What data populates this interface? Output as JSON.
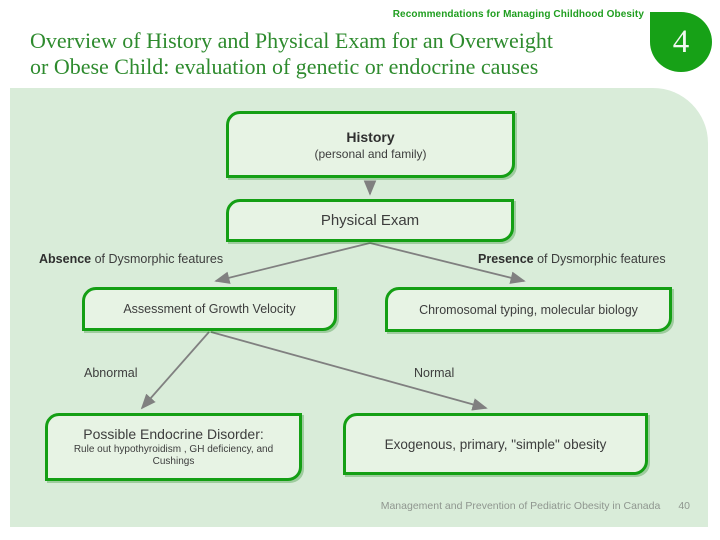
{
  "header": {
    "eyebrow": "Recommendations for Managing Childhood Obesity",
    "title_line1": "Overview of History and Physical Exam for an Overweight",
    "title_line2": "or Obese Child: evaluation of genetic or endocrine causes",
    "slide_badge": "4"
  },
  "colors": {
    "accent_green": "#149f14",
    "title_green": "#2e8b2e",
    "panel_bg": "#d9ecd9",
    "box_fill": "#e7f3e4",
    "arrow_gray": "#808080"
  },
  "flowchart": {
    "history": {
      "title": "History",
      "subtitle": "(personal and family)"
    },
    "physical_exam": {
      "label": "Physical Exam"
    },
    "absence_label": {
      "bold": "Absence",
      "rest": " of Dysmorphic features"
    },
    "presence_label": {
      "bold": "Presence",
      "rest": " of Dysmorphic features"
    },
    "assessment": {
      "label": "Assessment of Growth Velocity"
    },
    "chromosomal": {
      "label": "Chromosomal typing, molecular biology"
    },
    "abnormal_label": "Abnormal",
    "normal_label": "Normal",
    "endocrine": {
      "title": "Possible Endocrine Disorder:",
      "detail_line1": "Rule out hypothyroidism , GH deficiency, and",
      "detail_line2": "Cushings"
    },
    "exogenous": {
      "label": "Exogenous, primary, \"simple\" obesity"
    }
  },
  "footer": {
    "source": "Management and Prevention of Pediatric Obesity in Canada",
    "page_number": "40"
  }
}
